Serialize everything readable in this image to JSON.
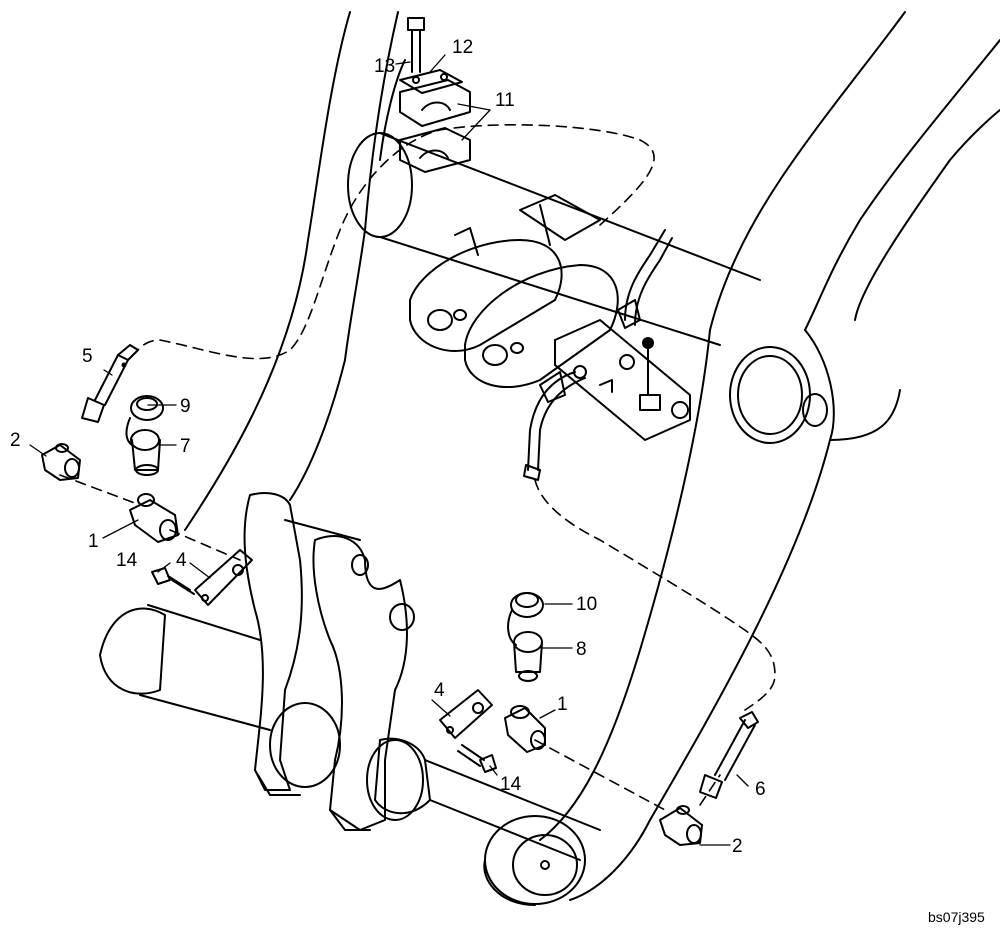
{
  "diagram": {
    "drawing_ref": "bs07j395",
    "colors": {
      "line": "#000000",
      "background": "#ffffff",
      "shade": "#c8c8c8"
    },
    "callouts": {
      "c1a": "1",
      "c1b": "1",
      "c2a": "2",
      "c2b": "2",
      "c4a": "4",
      "c4b": "4",
      "c5": "5",
      "c6": "6",
      "c7": "7",
      "c8": "8",
      "c9": "9",
      "c10": "10",
      "c11": "11",
      "c12": "12",
      "c13": "13",
      "c14a": "14",
      "c14b": "14"
    }
  }
}
